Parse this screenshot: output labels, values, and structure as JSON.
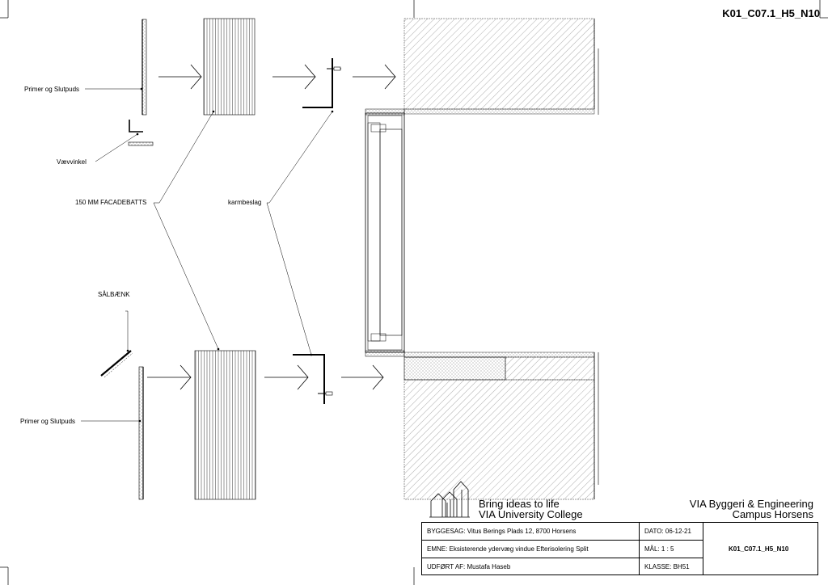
{
  "drawing_code": "K01_C07.1_H5_N10",
  "labels": {
    "primer_top": "Primer og Slutpuds",
    "vaevvinkel": "Vævvinkel",
    "facadebatts": "150 MM FACADEBATTS",
    "karmbeslag": "karmbeslag",
    "salbaenk": "SÅLBÆNK",
    "primer_bottom": "Primer og Slutpuds"
  },
  "brand": {
    "tagline": "Bring ideas to life",
    "school": "VIA University College",
    "dept": "VIA Byggeri & Engineering",
    "campus": "Campus Horsens"
  },
  "title_block": {
    "byggesag": "BYGGESAG:   Vitus Berings Plads 12, 8700 Horsens",
    "emne": "EMNE:   Eksisterende ydervæg vindue Efterisolering Split",
    "udfoert": "UDFØRT AF:   Mustafa Haseb",
    "dato": "DATO:   06-12-21",
    "maal": "MÅL:   1 : 5",
    "klasse": "KLASSE:   BH51",
    "code": "K01_C07.1_H5_N10"
  }
}
